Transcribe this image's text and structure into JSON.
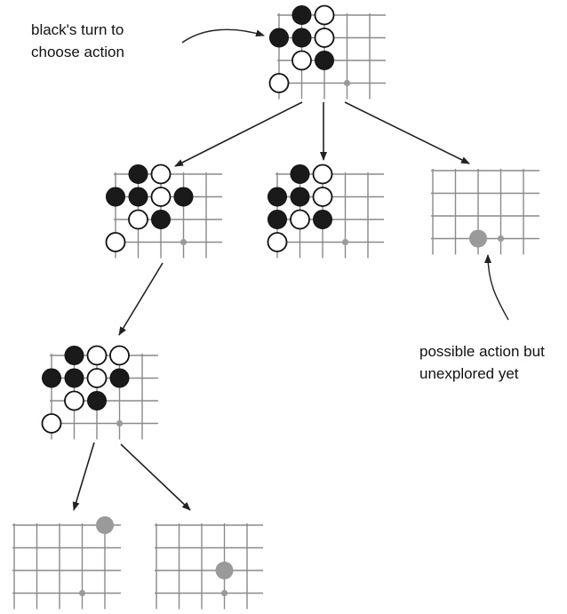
{
  "annotations": {
    "root": [
      "black's turn to",
      "choose action"
    ],
    "unexplored": [
      "possible action but",
      "unexplored yet"
    ]
  },
  "colors": {
    "background": "#ffffff",
    "grid_line": "#8a8a8a",
    "black_stone": "#1a1a1a",
    "white_stone_fill": "#ffffff",
    "stone_outline": "#111111",
    "candidate_stone": "#9a9a9a",
    "arrow": "#222222"
  },
  "tree": {
    "nodes": [
      {
        "id": "root",
        "name": "board-root",
        "board": {
          "black": [
            [
              1,
              0
            ],
            [
              0,
              1
            ],
            [
              1,
              1
            ],
            [
              2,
              2
            ]
          ],
          "white": [
            [
              2,
              0
            ],
            [
              2,
              1
            ],
            [
              1,
              2
            ],
            [
              0,
              3
            ]
          ],
          "candidate_large": [],
          "candidate_small": [
            [
              3,
              3
            ]
          ]
        }
      },
      {
        "id": "child-1",
        "name": "board-child-1",
        "board": {
          "black": [
            [
              1,
              0
            ],
            [
              0,
              1
            ],
            [
              1,
              1
            ],
            [
              3,
              1
            ],
            [
              2,
              2
            ]
          ],
          "white": [
            [
              2,
              0
            ],
            [
              2,
              1
            ],
            [
              1,
              2
            ],
            [
              0,
              3
            ]
          ],
          "candidate_large": [],
          "candidate_small": [
            [
              3,
              3
            ]
          ]
        }
      },
      {
        "id": "child-2",
        "name": "board-child-2",
        "board": {
          "black": [
            [
              1,
              0
            ],
            [
              0,
              1
            ],
            [
              1,
              1
            ],
            [
              0,
              2
            ],
            [
              2,
              2
            ]
          ],
          "white": [
            [
              2,
              0
            ],
            [
              2,
              1
            ],
            [
              1,
              2
            ],
            [
              0,
              3
            ]
          ],
          "candidate_large": [],
          "candidate_small": [
            [
              3,
              3
            ]
          ]
        }
      },
      {
        "id": "child-3",
        "name": "board-child-3-unexplored",
        "board": {
          "black": [],
          "white": [],
          "candidate_large": [
            [
              2,
              3
            ]
          ],
          "candidate_small": [
            [
              3,
              3
            ]
          ]
        }
      },
      {
        "id": "grandchild",
        "name": "board-grandchild",
        "board": {
          "black": [
            [
              1,
              0
            ],
            [
              0,
              1
            ],
            [
              1,
              1
            ],
            [
              3,
              1
            ],
            [
              2,
              2
            ]
          ],
          "white": [
            [
              2,
              0
            ],
            [
              3,
              0
            ],
            [
              2,
              1
            ],
            [
              1,
              2
            ],
            [
              0,
              3
            ]
          ],
          "candidate_large": [],
          "candidate_small": [
            [
              3,
              3
            ]
          ]
        }
      },
      {
        "id": "leaf-1",
        "name": "board-leaf-1-unexplored",
        "board": {
          "black": [],
          "white": [],
          "candidate_large": [
            [
              4,
              0
            ]
          ],
          "candidate_small": [
            [
              3,
              3
            ]
          ]
        }
      },
      {
        "id": "leaf-2",
        "name": "board-leaf-2-unexplored",
        "board": {
          "black": [],
          "white": [],
          "candidate_large": [
            [
              3,
              2
            ]
          ],
          "candidate_small": [
            [
              3,
              3
            ]
          ]
        }
      }
    ],
    "edges": [
      [
        "root",
        "child-1"
      ],
      [
        "root",
        "child-2"
      ],
      [
        "root",
        "child-3"
      ],
      [
        "child-1",
        "grandchild"
      ],
      [
        "grandchild",
        "leaf-1"
      ],
      [
        "grandchild",
        "leaf-2"
      ]
    ]
  }
}
